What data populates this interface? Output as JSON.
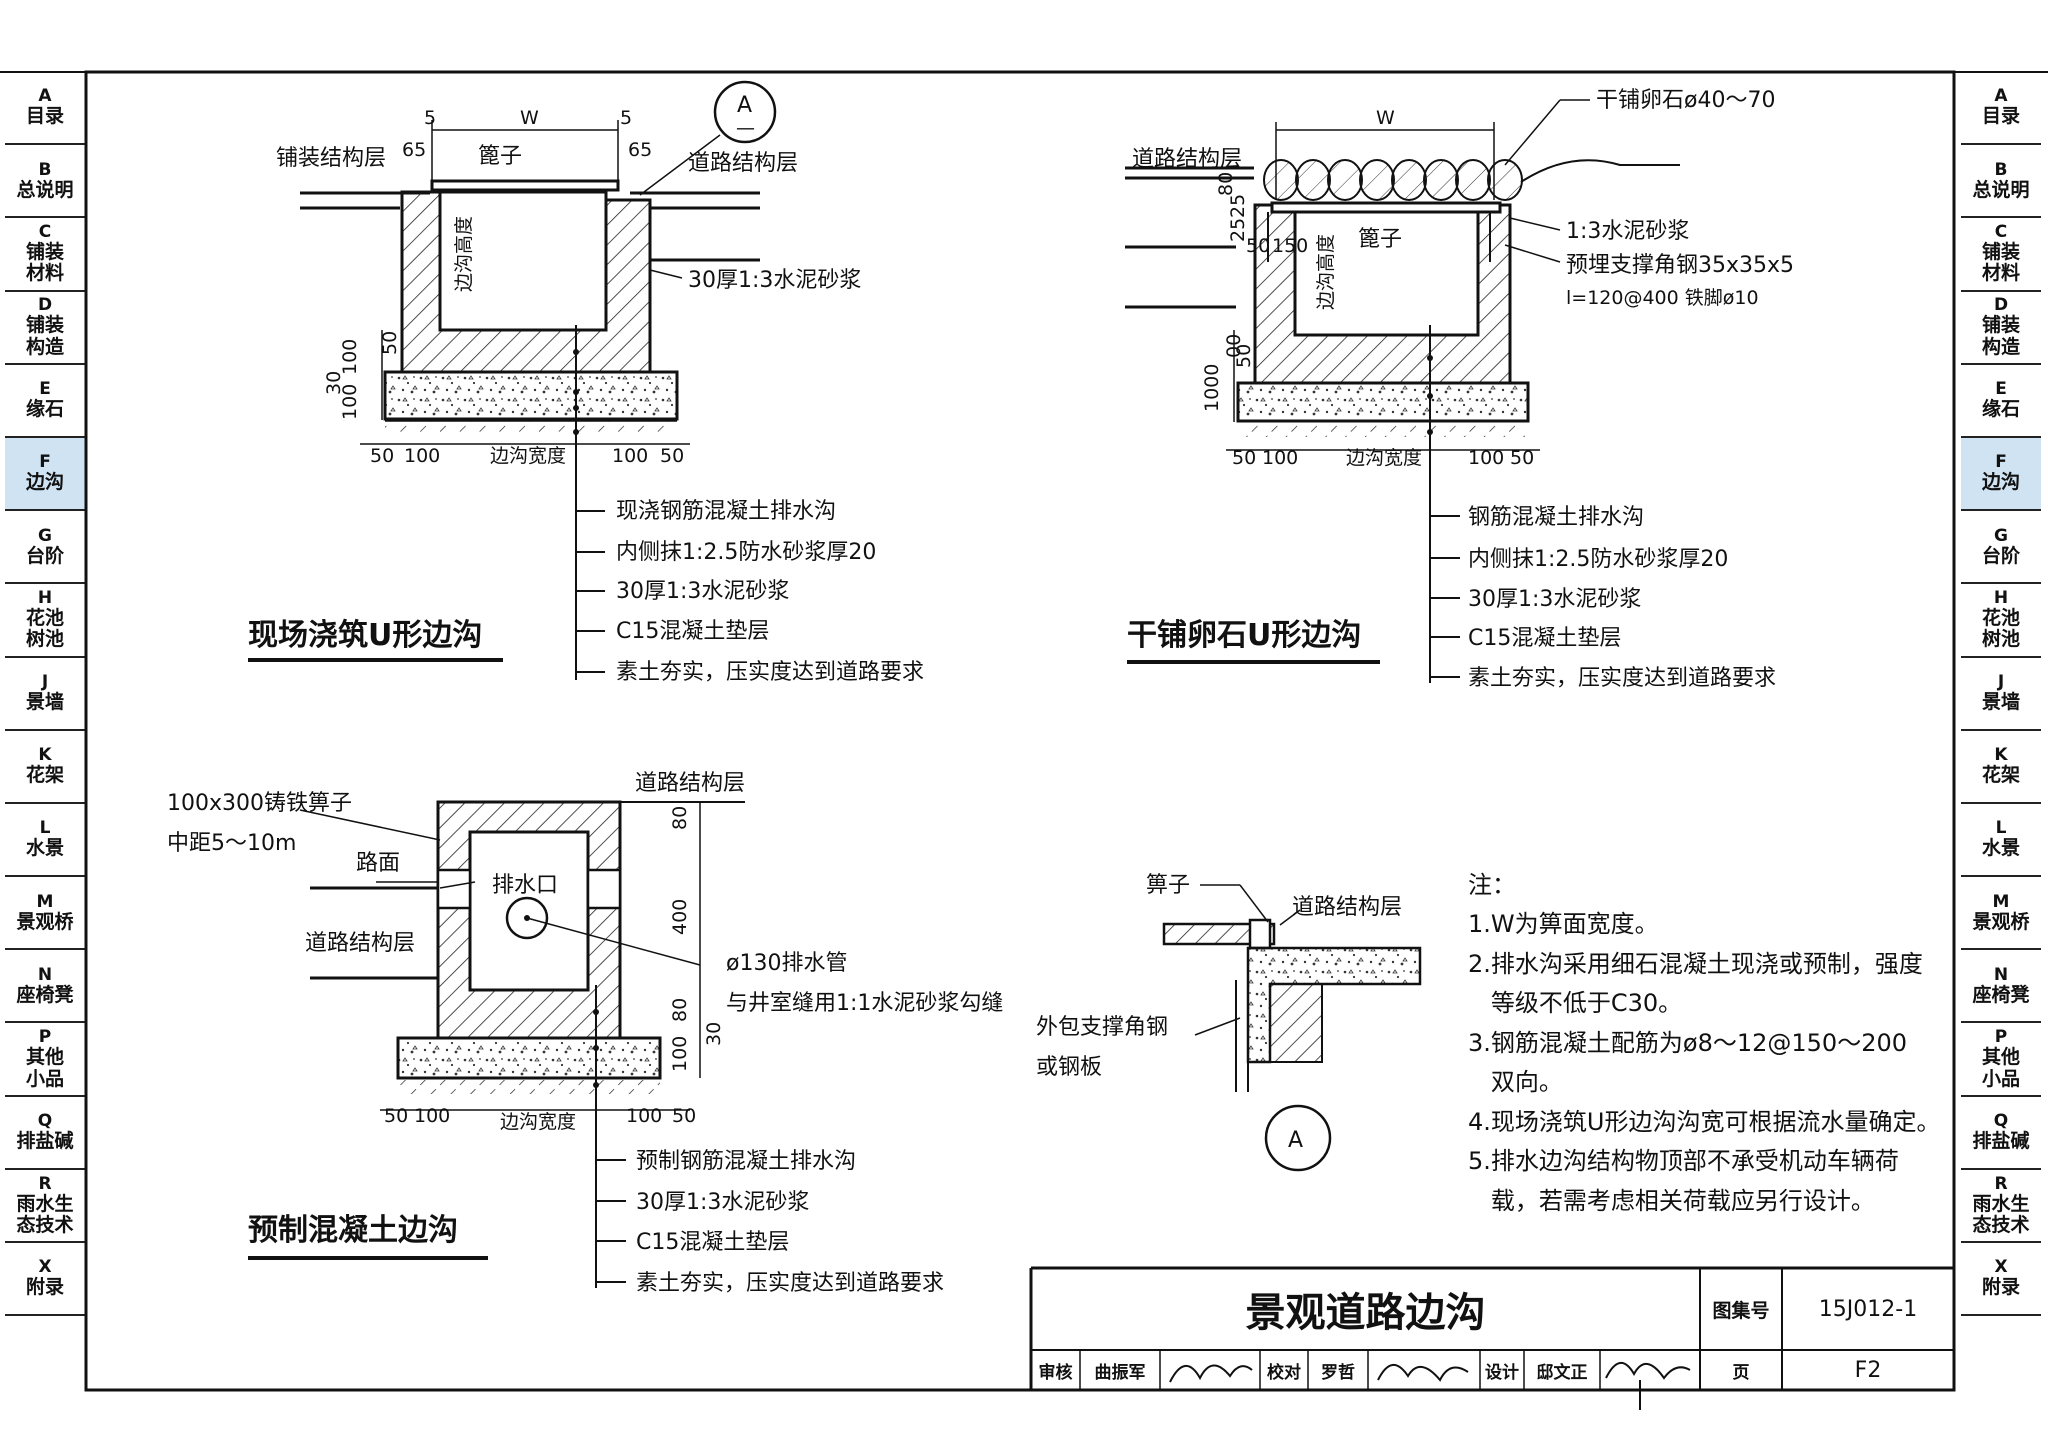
{
  "sidebar": [
    {
      "code": "A",
      "name": "目录"
    },
    {
      "code": "B",
      "name": "总说明"
    },
    {
      "code": "C",
      "name": "铺装\n材料"
    },
    {
      "code": "D",
      "name": "铺装\n构造"
    },
    {
      "code": "E",
      "name": "缘石"
    },
    {
      "code": "F",
      "name": "边沟"
    },
    {
      "code": "G",
      "name": "台阶"
    },
    {
      "code": "H",
      "name": "花池\n树池"
    },
    {
      "code": "J",
      "name": "景墙"
    },
    {
      "code": "K",
      "name": "花架"
    },
    {
      "code": "L",
      "name": "水景"
    },
    {
      "code": "M",
      "name": "景观桥"
    },
    {
      "code": "N",
      "name": "座椅凳"
    },
    {
      "code": "P",
      "name": "其他\n小品"
    },
    {
      "code": "Q",
      "name": "排盐碱"
    },
    {
      "code": "R",
      "name": "雨水生\n态技术"
    },
    {
      "code": "X",
      "name": "附录"
    }
  ],
  "active_tab": "F",
  "colors": {
    "line": "#111111",
    "active_tab": "#cfe3f2"
  },
  "detail1": {
    "title": "现场浇筑U形边沟",
    "left_layer": "铺装结构层",
    "right_layer": "道路结构层",
    "grate": "篦子",
    "inner": "边沟高度",
    "width_label": "边沟宽度",
    "mortar_side": "30厚1:3水泥砂浆",
    "dims": {
      "w": "W",
      "five_l": "5",
      "five_r": "5",
      "d65l": "65",
      "d65r": "65",
      "d50": "50",
      "d100": "100",
      "d30": "30",
      "d100b": "100",
      "b50l": "50",
      "b100l": "100",
      "b100r": "100",
      "b50r": "50"
    },
    "callout": "A",
    "callout_sub": "—",
    "notes": [
      "现浇钢筋混凝土排水沟",
      "内侧抹1:2.5防水砂浆厚20",
      "30厚1:3水泥砂浆",
      "C15混凝土垫层",
      "素土夯实，压实度达到道路要求"
    ]
  },
  "detail2": {
    "title": "干铺卵石U形边沟",
    "layer": "道路结构层",
    "pebbles": "干铺卵石ø40～70",
    "grate": "篦子",
    "inner": "边沟高度",
    "width_label": "边沟宽度",
    "mortar": "1:3水泥砂浆",
    "angle": "预埋支撑角钢35x35x5",
    "angle_sub": "l=120@400  铁脚ø10",
    "dims": {
      "w": "W",
      "d25a": "25",
      "d80": "80",
      "d25b": "25",
      "d50": "50",
      "d150": "150",
      "d1000": "1000",
      "d00": "00",
      "d50b": "50",
      "b50l": "50",
      "b100l": "100",
      "b100r": "100",
      "b50r": "50"
    },
    "notes": [
      "钢筋混凝土排水沟",
      "内侧抹1:2.5防水砂浆厚20",
      "30厚1:3水泥砂浆",
      "C15混凝土垫层",
      "素土夯实，压实度达到道路要求"
    ]
  },
  "detail3": {
    "title": "预制混凝土边沟",
    "grate": "100x300铸铁箅子",
    "spacing": "中距5～10m",
    "road_surface": "路面",
    "layer_left": "道路结构层",
    "layer_top": "道路结构层",
    "outlet": "排水口",
    "pipe": "ø130排水管",
    "pipe_joint": "与井室缝用1:1水泥砂浆勾缝",
    "width_label": "边沟宽度",
    "dims": {
      "d80": "80",
      "d400": "400",
      "d80b": "80",
      "d30": "30",
      "d100": "100",
      "b50l": "50",
      "b100l": "100",
      "b100r": "100",
      "b50r": "50"
    },
    "notes": [
      "预制钢筋混凝土排水沟",
      "30厚1:3水泥砂浆",
      "C15混凝土垫层",
      "素土夯实，压实度达到道路要求"
    ]
  },
  "detail_a": {
    "grate": "箅子",
    "layer": "道路结构层",
    "angle": "外包支撑角钢",
    "angle2": "或钢板",
    "callout": "A"
  },
  "notes": {
    "heading": "注：",
    "items": [
      "1.W为箅面宽度。",
      "2.排水沟采用细石混凝土现浇或预制，强度",
      "   等级不低于C30。",
      "3.钢筋混凝土配筋为ø8～12@150～200",
      "   双向。",
      "4.现场浇筑U形边沟沟宽可根据流水量确定。",
      "5.排水边沟结构物顶部不承受机动车辆荷",
      "   载，若需考虑相关荷载应另行设计。"
    ]
  },
  "title_block": {
    "title": "景观道路边沟",
    "atlas_label": "图集号",
    "atlas_no": "15J012-1",
    "review": "审核",
    "reviewer": "曲振军",
    "check": "校对",
    "checker": "罗哲",
    "design": "设计",
    "designer": "邸文正",
    "page_label": "页",
    "page_no": "F2"
  }
}
